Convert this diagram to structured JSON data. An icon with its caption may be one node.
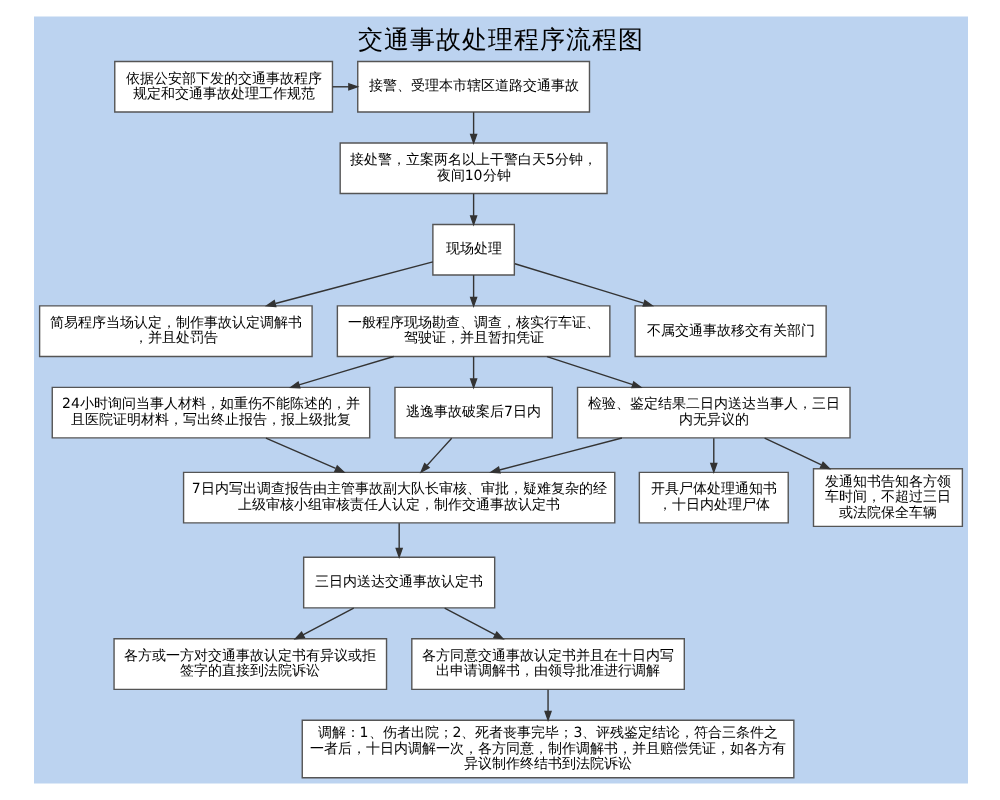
{
  "diagram": {
    "title": "交通事故处理程序流程图",
    "nodes": [
      {
        "text": [
          "接警、受理本市辖区道路交通事故"
        ]
      },
      {
        "text": [
          "依据公安部下发的交通事故程序规定和交通事故处理工作规范"
        ]
      },
      {
        "text": [
          "接处警，立案两名以上干警白天5分钟，夜间10分钟"
        ]
      },
      {
        "text": [
          "现场处理"
        ]
      },
      {
        "text": [
          "简易程序当场认定，制作事故认定调解书，并且处罚告"
        ]
      },
      {
        "text": [
          "一般程序现场勘查、调查，核实行车证、驾驶证，并且暂扣凭证"
        ]
      },
      {
        "text": [
          "不属交通事故移交有关部门"
        ]
      },
      {
        "text": [
          "24小时询问当事人材料，如重伤不能陈述的，并且医院证明材料，写出终止报告，报上级批复"
        ]
      },
      {
        "text": [
          "逃逸事故破案后7日内"
        ]
      },
      {
        "text": [
          "检验、鉴定结果二日内送达当事人，三日内无异议的"
        ]
      },
      {
        "text": [
          "7日内写出调查报告由主管事故副大队长审核、审批，疑难复杂的经上级审核小组审核责任人认定，制作交通事故认定书"
        ]
      },
      {
        "text": [
          "三日内送达交通事故认定书"
        ]
      },
      {
        "text": [
          "各方或一方对交通事故认定书有异议或拒签字的直接到法院诉讼"
        ]
      },
      {
        "text": [
          "各方同意交通事故认定书并且在十日内写出申请调解书，由领导批准进行调解"
        ]
      },
      {
        "text": [
          "调解：1、伤者出院；2、死者丧事完毕；3、评残鉴定结论，符合三条件之一者后，十日内调解一次，各方同意，制作调解书，并且赔偿凭证，如各方有异议制作终结书到法院诉讼"
        ]
      },
      {
        "text": [
          "开具尸体处理通知书，十日内处理尸体"
        ]
      },
      {
        "text": [
          "发通知书告知各方领车时间，不超过三日或法院保全车辆"
        ]
      }
    ],
    "edges": [
      {
        "from": 1,
        "to": 0,
        "arrow": "to"
      },
      {
        "from": 0,
        "to": 2,
        "arrow": "to"
      },
      {
        "from": 2,
        "to": 3,
        "arrow": "to"
      },
      {
        "from": 3,
        "to": 4,
        "arrow": "to"
      },
      {
        "from": 3,
        "to": 5,
        "arrow": "to"
      },
      {
        "from": 3,
        "to": 6,
        "arrow": "to"
      },
      {
        "from": 5,
        "to": 7,
        "arrow": "to"
      },
      {
        "from": 5,
        "to": 8,
        "arrow": "to"
      },
      {
        "from": 5,
        "to": 9,
        "arrow": "to"
      },
      {
        "from": 7,
        "to": 10,
        "arrow": "to"
      },
      {
        "from": 8,
        "to": 10,
        "arrow": "to"
      },
      {
        "from": 9,
        "to": 10,
        "arrow": "to"
      },
      {
        "from": 9,
        "to": 15,
        "arrow": "to"
      },
      {
        "from": 9,
        "to": 16,
        "arrow": "to"
      },
      {
        "from": 10,
        "to": 11,
        "arrow": "to"
      },
      {
        "from": 11,
        "to": 12,
        "arrow": "to"
      },
      {
        "from": 11,
        "to": 13,
        "arrow": "to"
      },
      {
        "from": 13,
        "to": 14,
        "arrow": "to"
      }
    ]
  }
}
